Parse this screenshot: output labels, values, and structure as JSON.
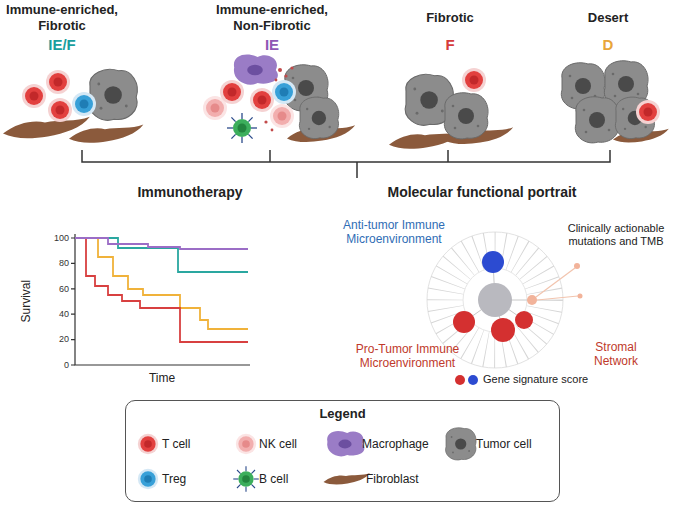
{
  "diagram": {
    "nodes": [
      {
        "text": [
          "Legend"
        ]
      }
    ],
    "labels": [
      "Immune-enriched, Fibrotic",
      "IE/F",
      "Immune-enriched, Non-Fibrotic",
      "IE",
      "Fibrotic",
      "F",
      "Desert",
      "D",
      "Immunotherapy",
      "100",
      "80",
      "60",
      "40",
      "20",
      "0",
      "Survival",
      "Time",
      "Molecular functional portrait",
      "Anti-tumor Immune Microenvironment",
      "Clinically actionable mutations and TMB",
      "Pro-Tumor Immune Microenvironment",
      "Stromal Network",
      "Gene signature score"
    ],
    "legend": [
      {
        "text": "T cell"
      },
      {
        "text": "NK cell"
      },
      {
        "text": "Macrophage"
      },
      {
        "text": "Tumor cell"
      },
      {
        "text": "Treg"
      },
      {
        "text": "B cell"
      },
      {
        "text": "Fibroblast"
      }
    ]
  }
}
